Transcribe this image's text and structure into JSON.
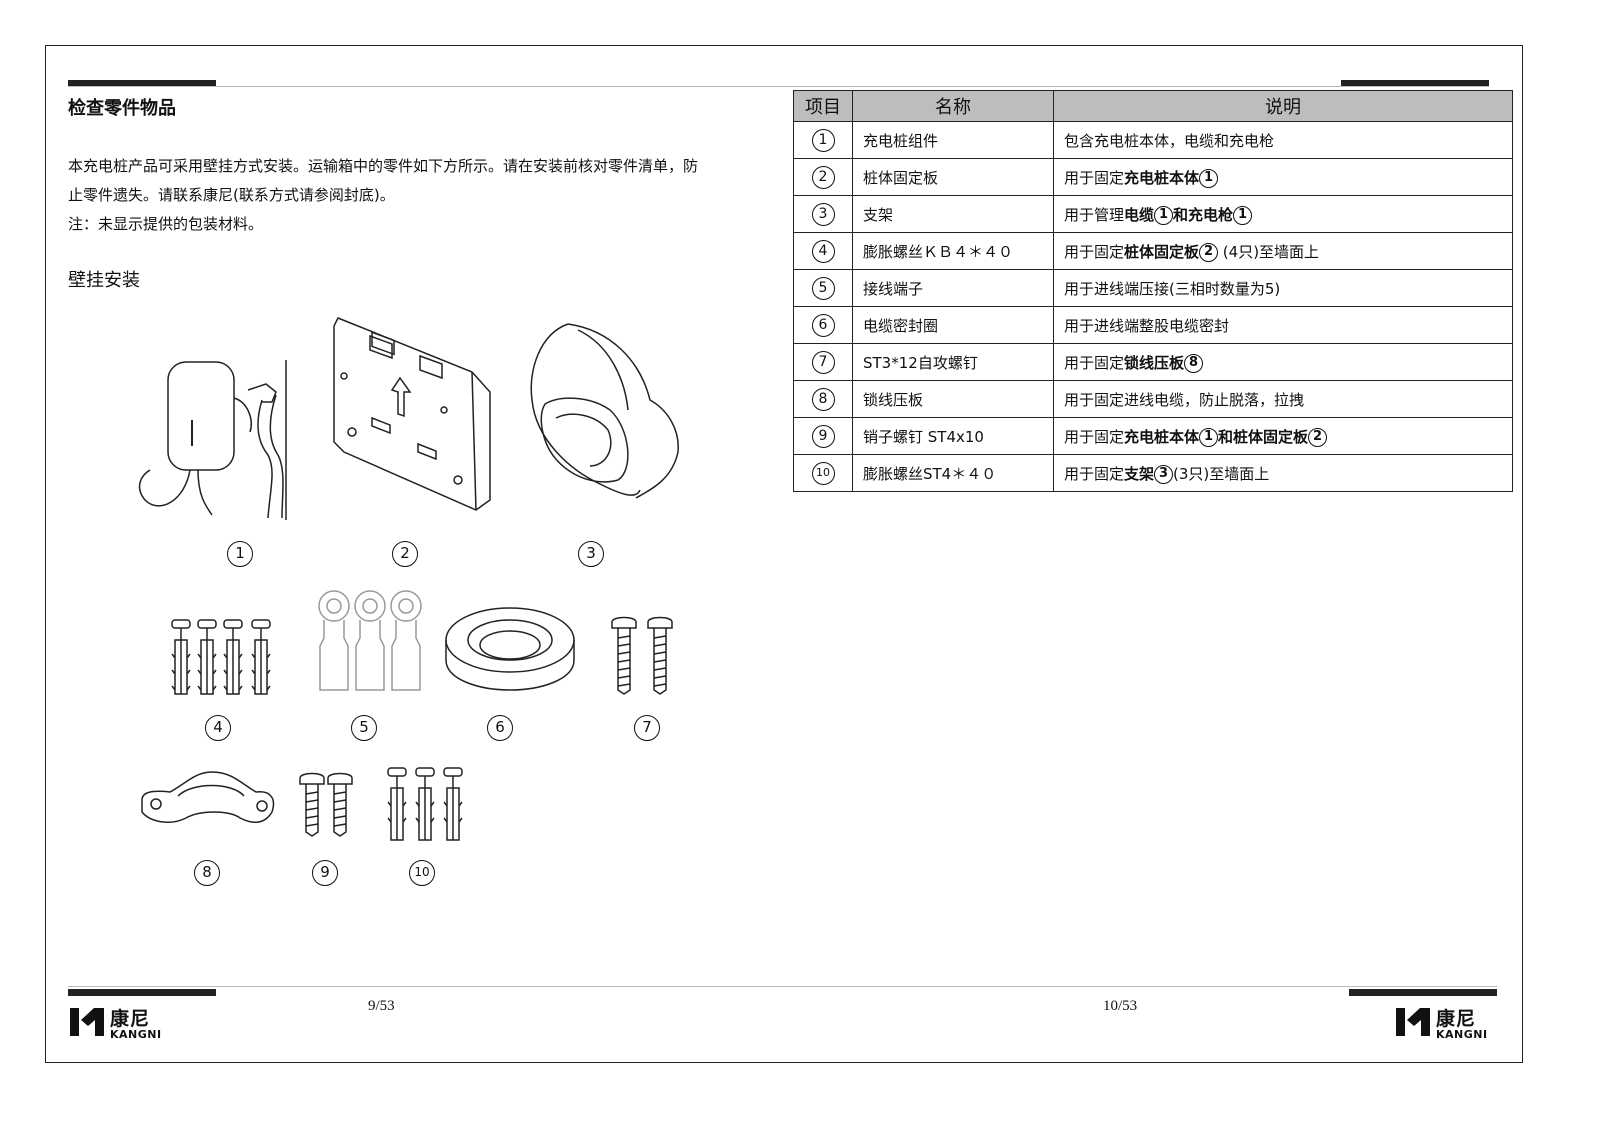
{
  "left_page": {
    "title": "检查零件物品",
    "intro_line1": "本充电桩产品可采用壁挂方式安装。运输箱中的零件如下方所示。请在安装前核对零件清单，防",
    "intro_line2": "止零件遗失。请联系康尼(联系方式请参阅封底)。",
    "note": "注：未显示提供的包装材料。",
    "subtitle": "壁挂安装",
    "figure_labels": [
      "1",
      "2",
      "3",
      "4",
      "5",
      "6",
      "7",
      "8",
      "9",
      "10"
    ],
    "page_number": "9/53"
  },
  "right_page": {
    "table": {
      "headers": [
        "项目",
        "名称",
        "说明"
      ],
      "rows": [
        {
          "no": "1",
          "name": "充电桩组件",
          "desc_parts": [
            {
              "t": "包含充电桩本体，电缆和充电枪"
            }
          ]
        },
        {
          "no": "2",
          "name": "桩体固定板",
          "desc_parts": [
            {
              "t": "用于固定"
            },
            {
              "t": "充电桩本体",
              "b": true
            },
            {
              "c": "1"
            }
          ]
        },
        {
          "no": "3",
          "name": "支架",
          "desc_parts": [
            {
              "t": "用于管理"
            },
            {
              "t": "电缆",
              "b": true
            },
            {
              "c": "1"
            },
            {
              "t": "和",
              "b": true
            },
            {
              "t": "充电枪",
              "b": true
            },
            {
              "c": "1"
            }
          ]
        },
        {
          "no": "4",
          "name": "膨胀螺丝ＫＢ４＊４０",
          "desc_parts": [
            {
              "t": "用于固定"
            },
            {
              "t": "桩体固定板",
              "b": true
            },
            {
              "c": "2"
            },
            {
              "t": " (4只)至墙面上"
            }
          ]
        },
        {
          "no": "5",
          "name": "接线端子",
          "desc_parts": [
            {
              "t": "用于进线端压接(三相时数量为5)"
            }
          ]
        },
        {
          "no": "6",
          "name": "电缆密封圈",
          "desc_parts": [
            {
              "t": "用于进线端整股电缆密封"
            }
          ]
        },
        {
          "no": "7",
          "name": "ST3*12自攻螺钉",
          "desc_parts": [
            {
              "t": "用于固定"
            },
            {
              "t": "锁线压板",
              "b": true
            },
            {
              "c": "8"
            }
          ]
        },
        {
          "no": "8",
          "name": "锁线压板",
          "desc_parts": [
            {
              "t": "用于固定进线电缆，防止脱落，拉拽"
            }
          ]
        },
        {
          "no": "9",
          "name": "销子螺钉 ST4x10",
          "desc_parts": [
            {
              "t": "用于固定"
            },
            {
              "t": "充电桩本体",
              "b": true
            },
            {
              "c": "1"
            },
            {
              "t": "和",
              "b": true
            },
            {
              "t": "桩体固定板",
              "b": true
            },
            {
              "c": "2"
            }
          ]
        },
        {
          "no": "10",
          "name": "膨胀螺丝ST4＊４０",
          "desc_parts": [
            {
              "t": "用于固定"
            },
            {
              "t": "支架",
              "b": true
            },
            {
              "c": "3"
            },
            {
              "t": "(3只)至墙面上"
            }
          ]
        }
      ]
    },
    "page_number": "10/53"
  },
  "logo": {
    "cn": "康尼",
    "en": "KANGNI"
  }
}
